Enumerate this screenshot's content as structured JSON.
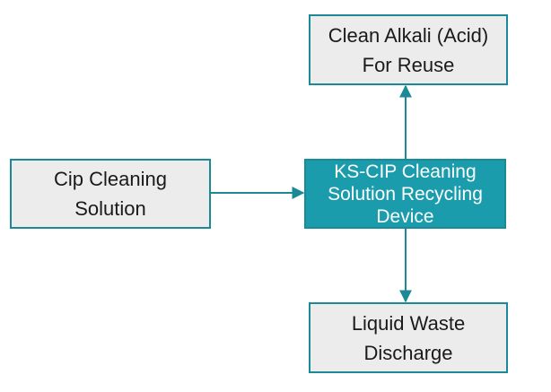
{
  "colors": {
    "accent": "#1b8a96",
    "center_fill": "#1a9cac",
    "box_fill": "#ececec",
    "text": "#1a1a1a",
    "center_text": "#ffffff"
  },
  "nodes": {
    "top": {
      "lines": [
        "Clean Alkali (Acid)",
        "For Reuse"
      ]
    },
    "left": {
      "lines": [
        "Cip Cleaning",
        "Solution"
      ]
    },
    "center": {
      "lines": [
        "KS-CIP Cleaning",
        "Solution Recycling",
        "Device"
      ]
    },
    "bottom": {
      "lines": [
        "Liquid Waste",
        "Discharge"
      ]
    }
  }
}
